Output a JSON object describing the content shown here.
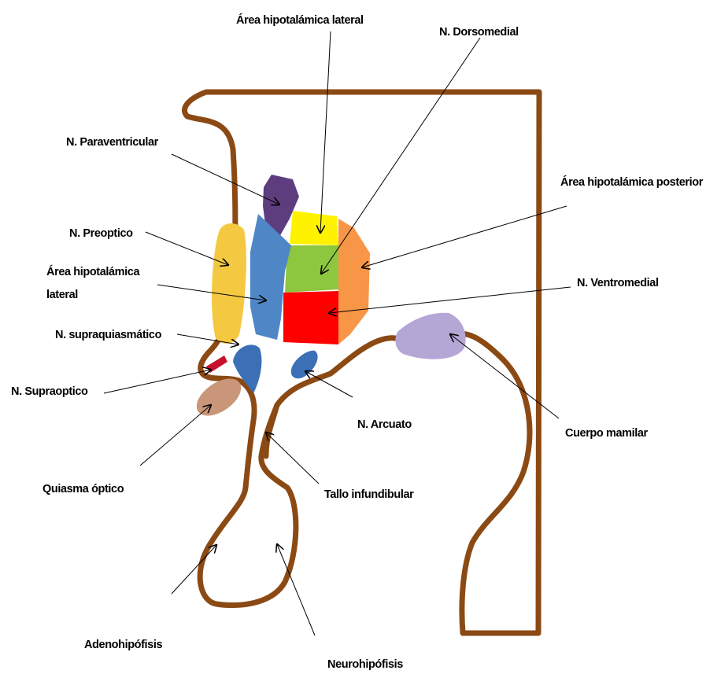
{
  "colors": {
    "outline": "#8B4A14",
    "paraventricular": "#5E3D7E",
    "preoptico": "#F5C842",
    "hipotalamica_lateral": "#4F86C6",
    "suprachiasmatic": "#3B6FB6",
    "supraoptico": "#C8102E",
    "quiasma": "#C9967A",
    "dorsomedial": "#8DC63F",
    "hipotalamica_lateral_sup": "#FFF200",
    "ventromedial": "#FF0000",
    "posterior": "#F79646",
    "arcuato": "#3B6FB6",
    "mamilar": "#B4A7D6"
  },
  "labels": {
    "area_hipotalamica_lateral_top": "Área hipotalámica lateral",
    "n_dorsomedial": "N. Dorsomedial",
    "n_paraventricular": "N. Paraventricular",
    "area_hipotalamica_posterior": "Área hipotalámica posterior",
    "n_preoptico": "N. Preoptico",
    "area_hipotalamica_lateral_line1": "Área hipotalámica",
    "area_hipotalamica_lateral_line2": "lateral",
    "n_ventromedial": "N. Ventromedial",
    "n_supraquiasmatico": "N. supraquiasmático",
    "n_supraoptico": "N. Supraoptico",
    "n_arcuato": "N. Arcuato",
    "cuerpo_mamilar": "Cuerpo mamilar",
    "quiasma_optico": "Quiasma óptico",
    "tallo_infundibular": "Tallo infundibular",
    "adenohipofisis": "Adenohipófisis",
    "neurohipofisis": "Neurohipófisis"
  }
}
